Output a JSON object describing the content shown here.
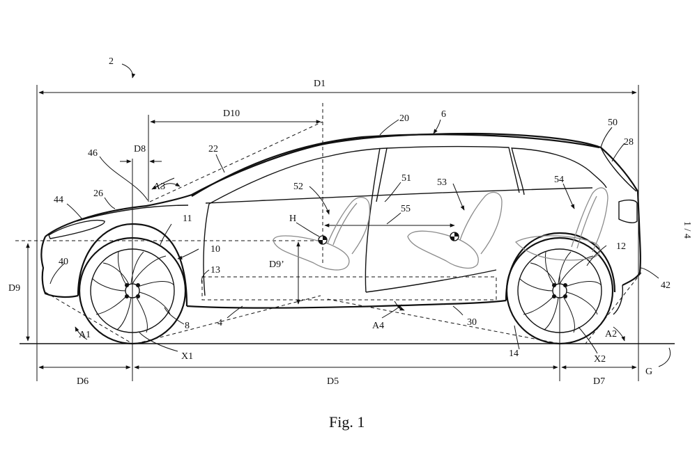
{
  "figure": {
    "caption": "Fig. 1",
    "sheet": "1 / 4",
    "labels": {
      "ref_2": "2",
      "d1": "D1",
      "d10": "D10",
      "ref_20": "20",
      "ref_6": "6",
      "ref_50": "50",
      "ref_28": "28",
      "ref_46": "46",
      "d8": "D8",
      "ref_22": "22",
      "ref_26": "26",
      "a3": "A3",
      "ref_44": "44",
      "ref_52": "52",
      "ref_51": "51",
      "ref_53": "53",
      "ref_54": "54",
      "ref_55": "55",
      "h": "H",
      "ref_11": "11",
      "ref_10": "10",
      "ref_13": "13",
      "d9p": "D9’",
      "ref_40": "40",
      "d9": "D9",
      "ref_12": "12",
      "ref_42": "42",
      "a1": "A1",
      "ref_8": "8",
      "ref_4": "4",
      "a4": "A4",
      "ref_30": "30",
      "a2": "A2",
      "x1": "X1",
      "ref_14": "14",
      "x2": "X2",
      "d6": "D6",
      "d5": "D5",
      "d7": "D7",
      "g": "G"
    }
  }
}
